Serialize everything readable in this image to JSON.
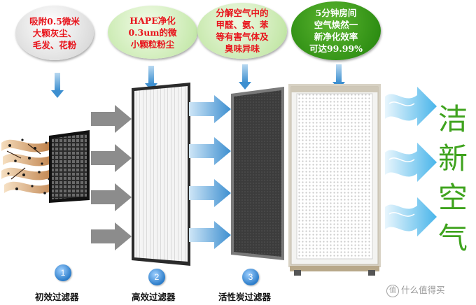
{
  "bubbles": [
    {
      "lines": [
        "吸附0.5微米",
        "大颗灰尘、",
        "毛发、花粉"
      ]
    },
    {
      "lines": [
        "HAPE净化",
        "0.3um的微",
        "小颗粒粉尘"
      ]
    },
    {
      "lines": [
        "分解空气中的",
        "甲醛、氨、苯",
        "等有害气体及",
        "臭味异味"
      ]
    },
    {
      "lines": [
        "5分钟房间",
        "空气焕然一",
        "新净化效率",
        "可达99.99%"
      ]
    }
  ],
  "stages": [
    {
      "number": "1",
      "label": "初效过滤器"
    },
    {
      "number": "2",
      "label": "高效过滤器"
    },
    {
      "number": "3",
      "label": "活性炭过滤器"
    }
  ],
  "clean_air": [
    "洁",
    "新",
    "空",
    "气"
  ],
  "watermark": {
    "logo": "值",
    "text": "什么值得买"
  },
  "colors": {
    "red_text": "#e8141c",
    "green_text": "#3fa31e",
    "blue_arrow": "#3d8fd0",
    "gray_arrow": "#8c8c8c"
  }
}
